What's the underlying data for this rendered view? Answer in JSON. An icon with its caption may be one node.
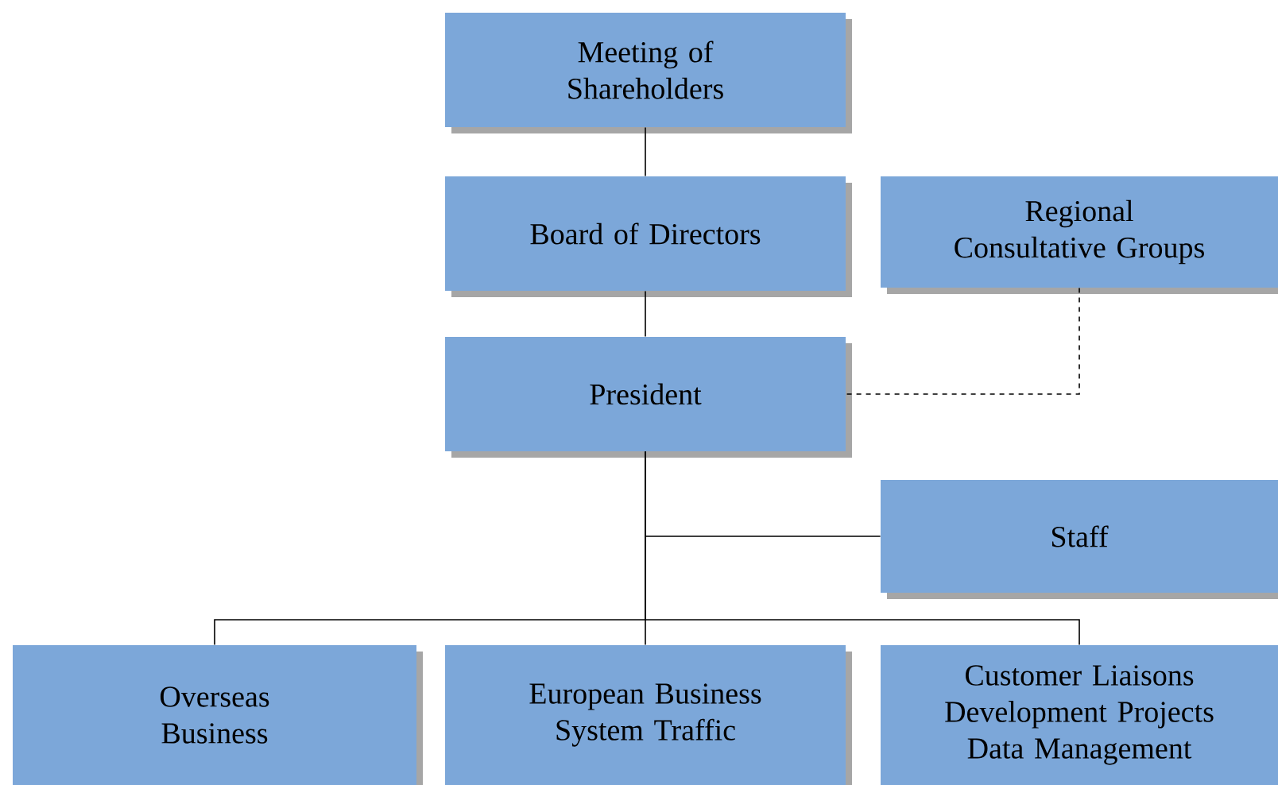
{
  "diagram": {
    "nodes": [
      {
        "text": [
          "Meeting of Shareholders"
        ]
      },
      {
        "text": [
          "Board of Directors"
        ]
      },
      {
        "text": [
          "Regional Consultative Groups"
        ]
      },
      {
        "text": [
          "President"
        ]
      },
      {
        "text": [
          "Staff"
        ]
      },
      {
        "text": [
          "Overseas Business"
        ]
      },
      {
        "text": [
          "European Business System Traffic"
        ]
      },
      {
        "text": [
          "Customer Liaisons",
          "Development Projects",
          "Data Management"
        ]
      }
    ],
    "edges": [
      {
        "from": 0,
        "to": 1,
        "arrow": "none"
      },
      {
        "from": 1,
        "to": 3,
        "arrow": "none"
      },
      {
        "from": 2,
        "to": 3,
        "arrow": "none",
        "style": "dashed"
      },
      {
        "from": 3,
        "to": 4,
        "arrow": "none"
      },
      {
        "from": 3,
        "to": 5,
        "arrow": "none"
      },
      {
        "from": 3,
        "to": 6,
        "arrow": "none"
      },
      {
        "from": 3,
        "to": 7,
        "arrow": "none"
      }
    ]
  }
}
